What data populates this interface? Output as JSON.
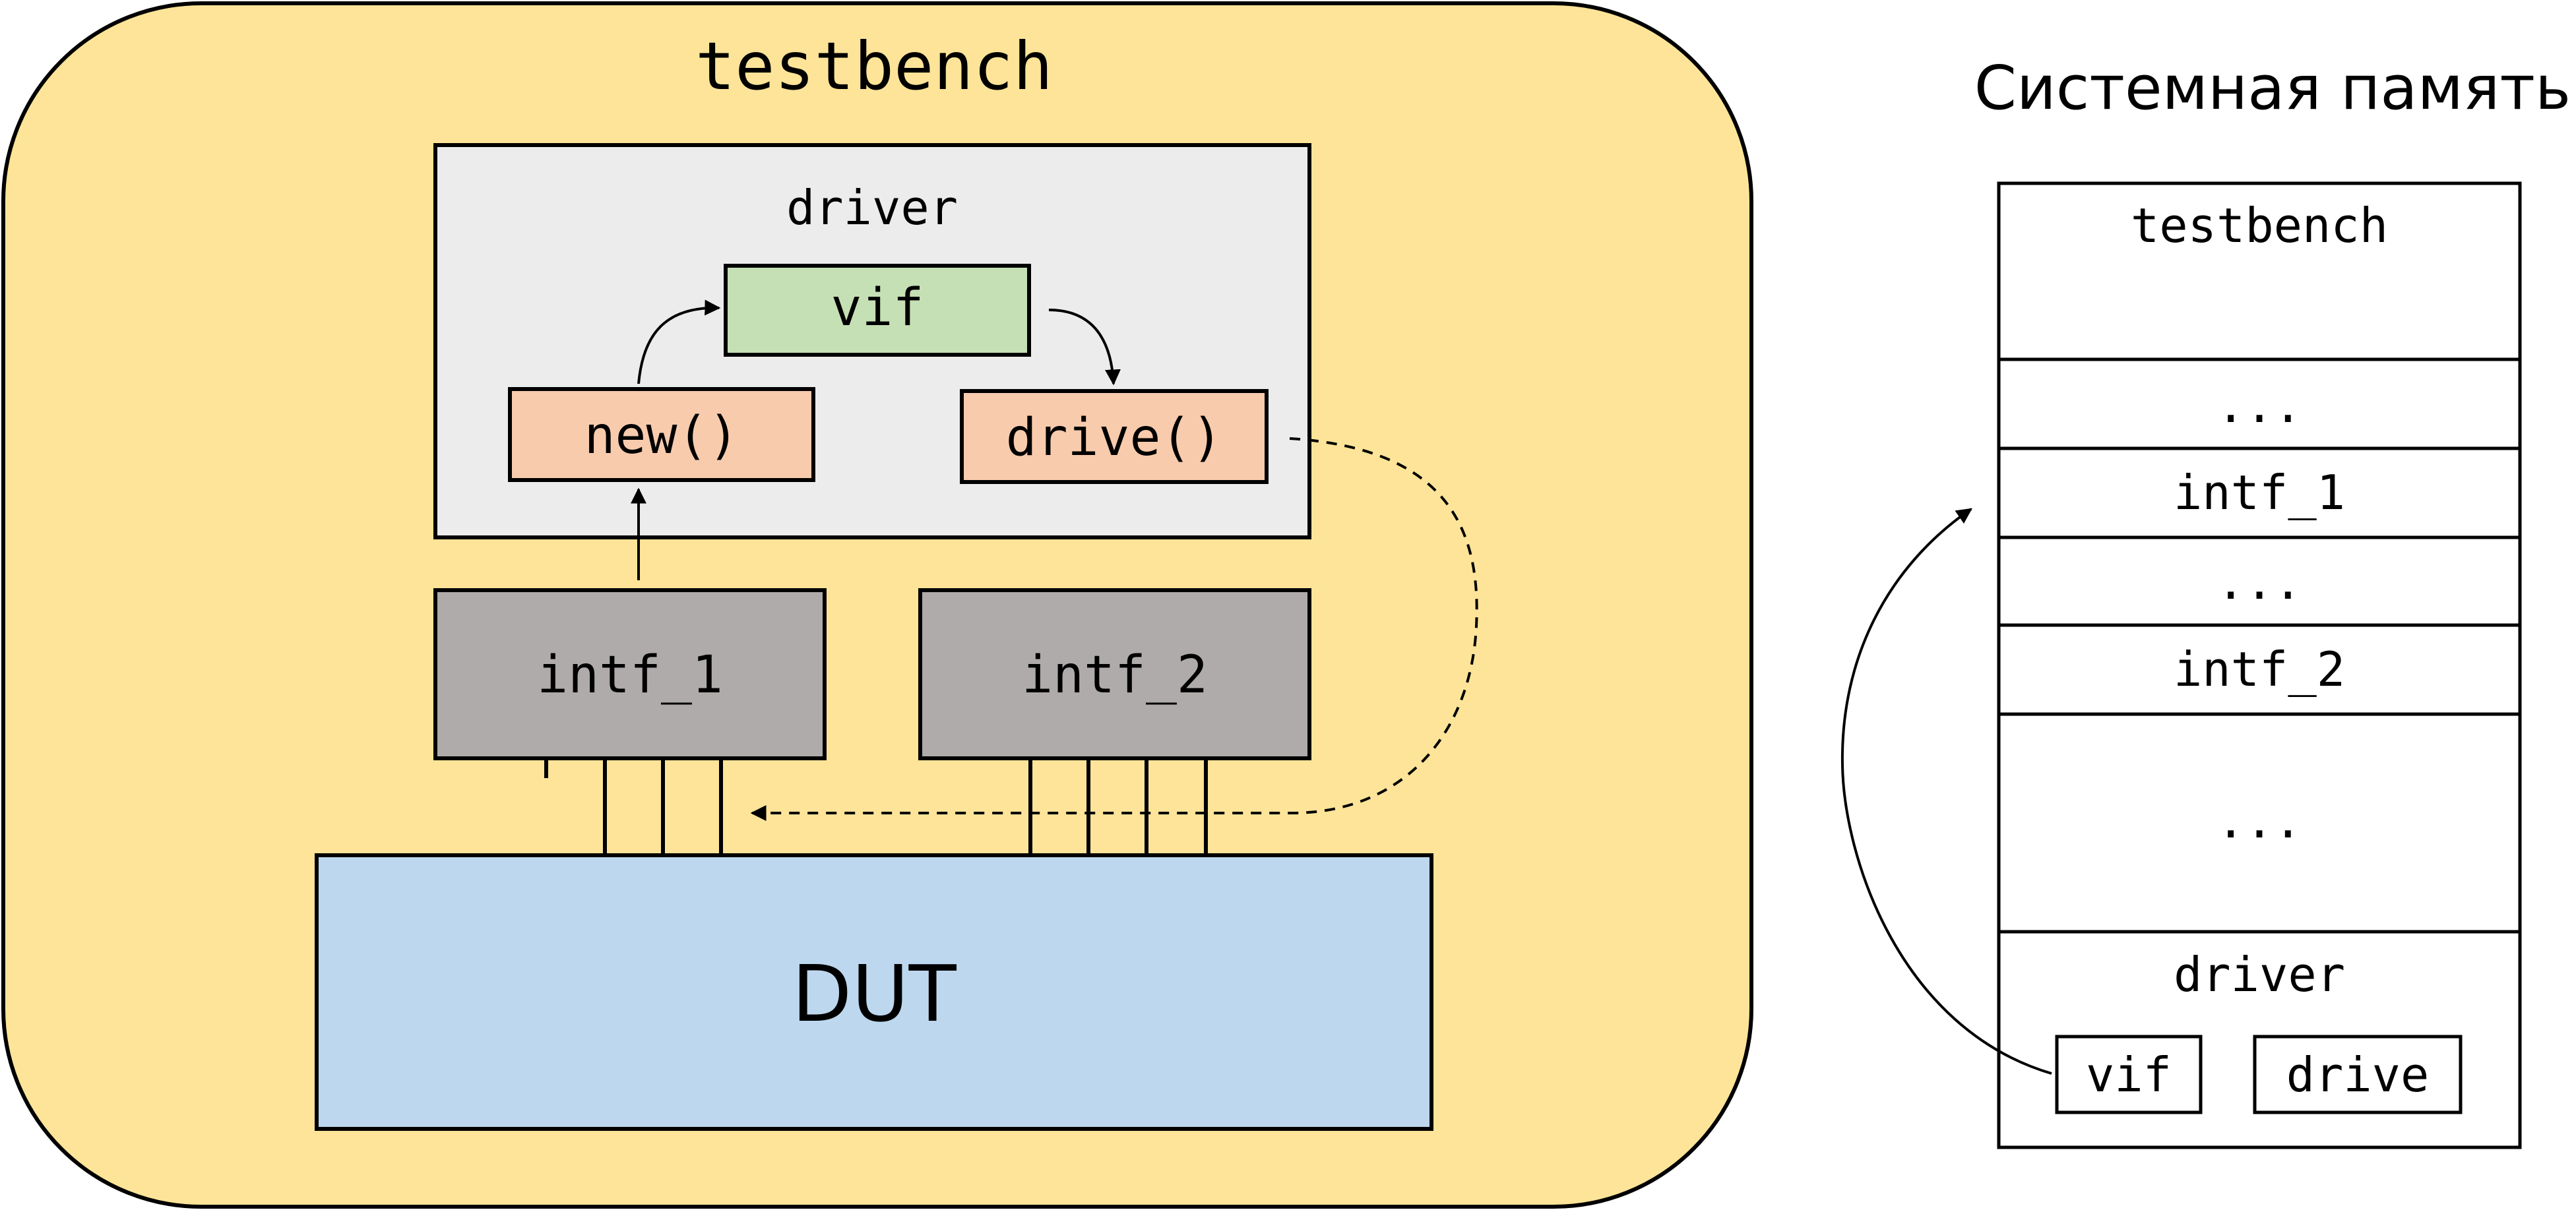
{
  "testbench": {
    "title": "testbench",
    "driver": {
      "title": "driver",
      "vif": "vif",
      "new": "new()",
      "drive": "drive()"
    },
    "interfaces": [
      "intf_1",
      "intf_2"
    ],
    "dut": "DUT"
  },
  "memory": {
    "title": "Системная память",
    "rows": [
      "testbench",
      "...",
      "intf_1",
      "...",
      "intf_2",
      "...",
      "driver"
    ],
    "driver_fields": [
      "vif",
      "drive"
    ]
  },
  "colors": {
    "testbench_fill": "#fde498",
    "driver_fill": "#ececec",
    "vif_fill": "#c5e0b4",
    "method_fill": "#f8cbad",
    "interface_fill": "#afabab",
    "dut_fill": "#bdd7ee",
    "memory_fill": "#ffffff"
  }
}
